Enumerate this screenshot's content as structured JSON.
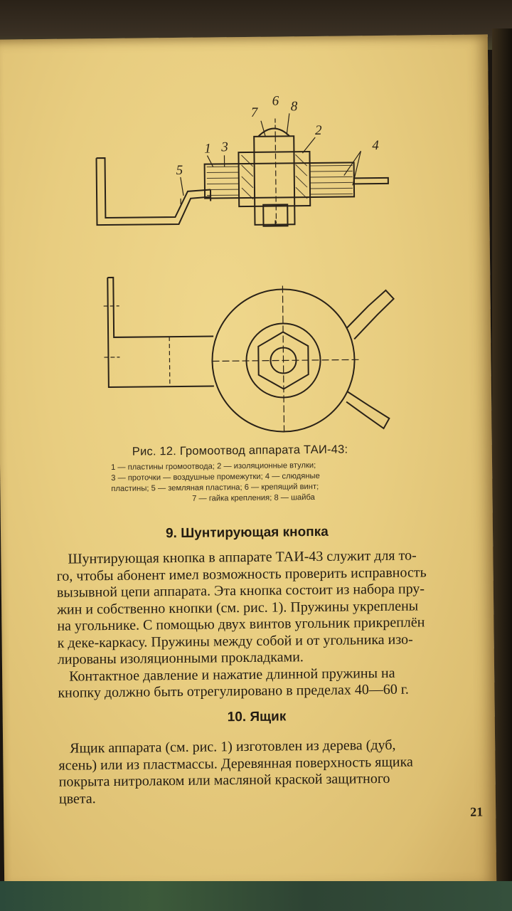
{
  "figure": {
    "labels": [
      "7",
      "6",
      "8",
      "2",
      "1",
      "3",
      "4",
      "5"
    ],
    "caption_title": "Рис. 12. Громоотвод аппарата ТАИ-43:",
    "legend_lines": [
      "1 — пластины громоотвода; 2 — изоляционные втулки;",
      "3 — проточки — воздушные промежутки; 4 — слюдяные",
      "пластины; 5 — земляная пластина; 6 — крепящий винт;",
      "7 — гайка крепления; 8 — шайба"
    ]
  },
  "section9": {
    "heading": "9. Шунтирующая кнопка",
    "lines": [
      "Шунтирующая кнопка в аппарате ТАИ-43 служит для то-",
      "го, чтобы абонент имел возможность проверить исправность",
      "вызывной цепи аппарата. Эта кнопка состоит из набора пру-",
      "жин и собственно кнопки (см. рис. 1). Пружины укреплены",
      "на угольнике. С помощью двух винтов угольник прикреплён",
      "к деке-каркасу. Пружины между собой и от угольника изо-",
      "лированы изоляционными прокладками.",
      "Контактное давление и нажатие длинной пружины на",
      "кнопку должно быть отрегулировано в пределах 40—60 г."
    ]
  },
  "section10": {
    "heading": "10. Ящик",
    "lines": [
      "Ящик аппарата (см. рис. 1) изготовлен из дерева (дуб,",
      "ясень) или из пластмассы. Деревянная поверхность ящика",
      "покрыта нитролаком или масляной краской защитного",
      "цвета."
    ]
  },
  "page_number": "21"
}
